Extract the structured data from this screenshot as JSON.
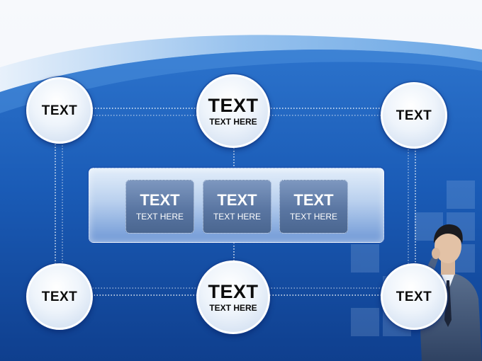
{
  "nodes": {
    "top_left": {
      "title": "TEXT"
    },
    "top_center": {
      "title": "TEXT",
      "subtitle": "TEXT HERE"
    },
    "top_right": {
      "title": "TEXT"
    },
    "bottom_left": {
      "title": "TEXT"
    },
    "bottom_center": {
      "title": "TEXT",
      "subtitle": "TEXT HERE"
    },
    "bottom_right": {
      "title": "TEXT"
    }
  },
  "center_boxes": [
    {
      "title": "TEXT",
      "subtitle": "TEXT HERE"
    },
    {
      "title": "TEXT",
      "subtitle": "TEXT HERE"
    },
    {
      "title": "TEXT",
      "subtitle": "TEXT HERE"
    }
  ],
  "colors": {
    "background_blue": "#1e5fb8",
    "deep_blue": "#0d3f8f",
    "light_blue": "#6ea7e6",
    "node_fill": "#eef4fb",
    "box_fill": "#5a76a2"
  }
}
